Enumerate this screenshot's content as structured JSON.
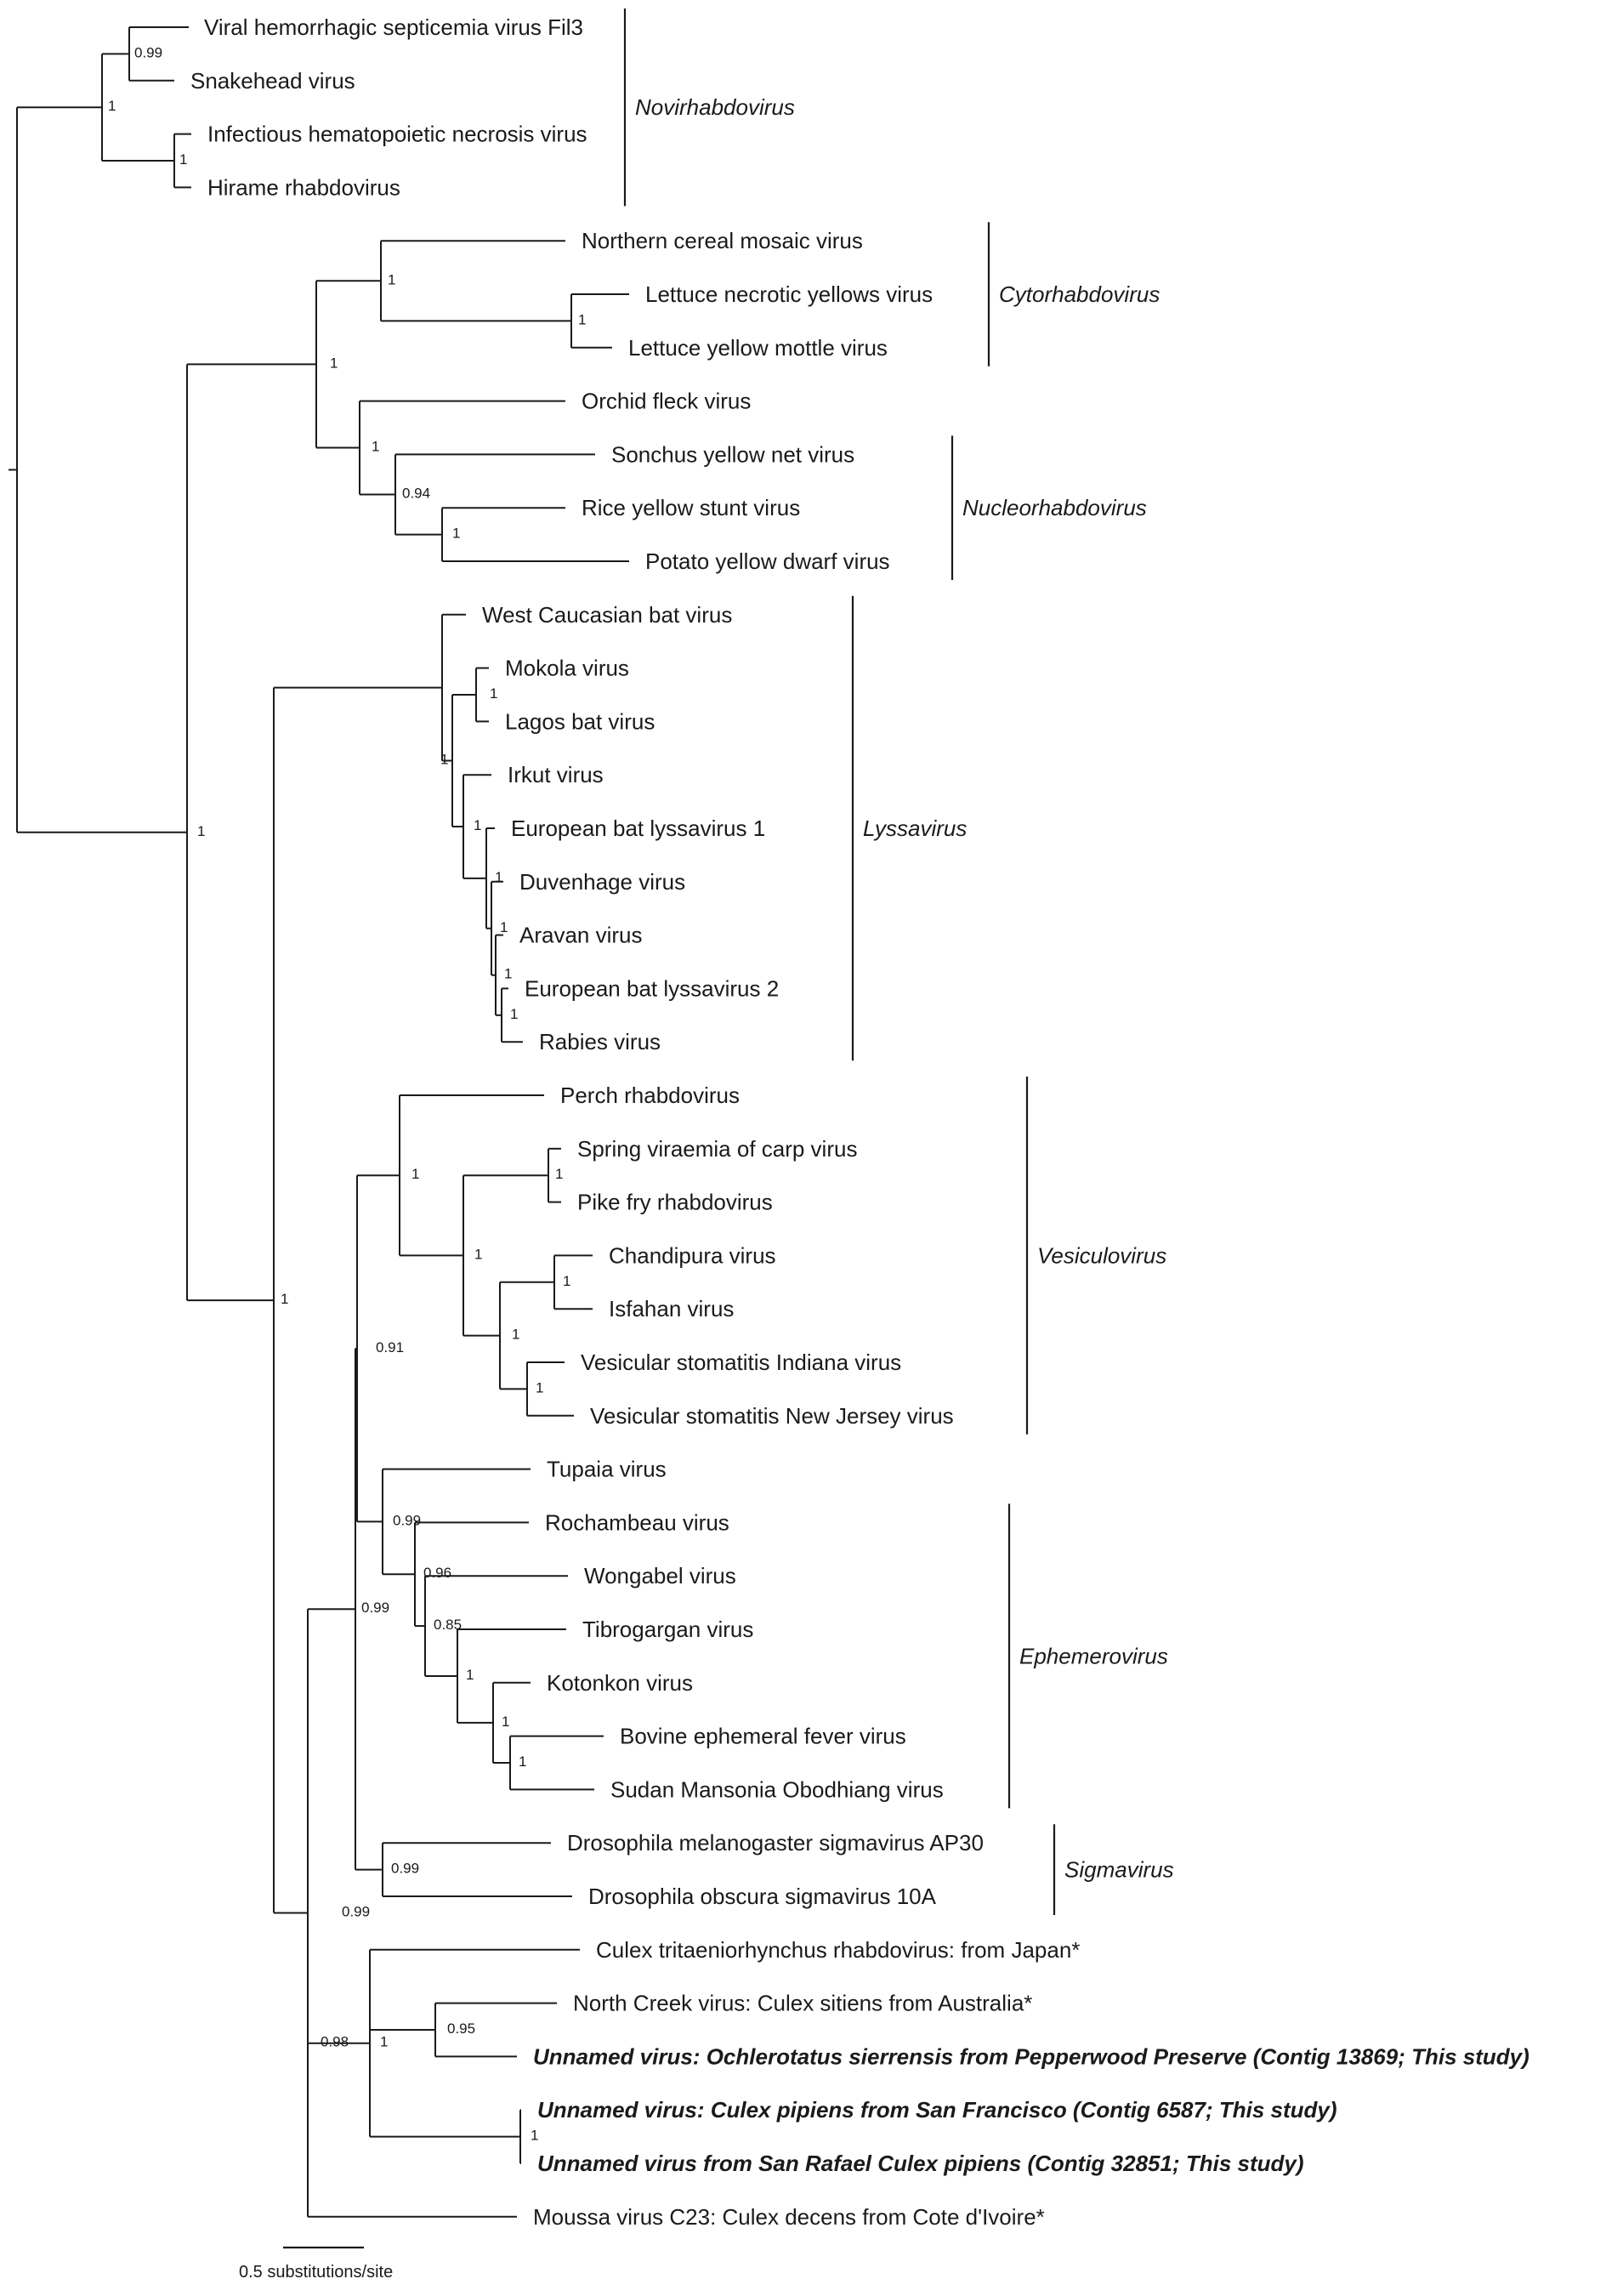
{
  "taxa": [
    {
      "id": "vhsv",
      "label": "Viral hemorrhagic septicemia virus Fil3"
    },
    {
      "id": "snakehead",
      "label": "Snakehead virus"
    },
    {
      "id": "ihnv",
      "label": "Infectious hematopoietic necrosis virus"
    },
    {
      "id": "hirame",
      "label": "Hirame rhabdovirus"
    },
    {
      "id": "ncmv",
      "label": "Northern cereal mosaic virus"
    },
    {
      "id": "lnyv",
      "label": "Lettuce necrotic yellows virus"
    },
    {
      "id": "lymv",
      "label": "Lettuce yellow mottle virus"
    },
    {
      "id": "ofv",
      "label": "Orchid fleck virus"
    },
    {
      "id": "synv",
      "label": "Sonchus yellow net virus"
    },
    {
      "id": "rysv",
      "label": "Rice yellow stunt virus"
    },
    {
      "id": "pydv",
      "label": "Potato yellow dwarf virus"
    },
    {
      "id": "wcbv",
      "label": "West Caucasian bat virus"
    },
    {
      "id": "mokola",
      "label": "Mokola virus"
    },
    {
      "id": "lagos",
      "label": "Lagos bat virus"
    },
    {
      "id": "irkut",
      "label": "Irkut virus"
    },
    {
      "id": "eblv1",
      "label": "European bat lyssavirus 1"
    },
    {
      "id": "duvenhage",
      "label": "Duvenhage virus"
    },
    {
      "id": "aravan",
      "label": "Aravan virus"
    },
    {
      "id": "eblv2",
      "label": "European bat lyssavirus 2"
    },
    {
      "id": "rabies",
      "label": "Rabies virus"
    },
    {
      "id": "perch",
      "label": "Perch rhabdovirus"
    },
    {
      "id": "svcv",
      "label": "Spring viraemia of carp virus"
    },
    {
      "id": "pikefry",
      "label": "Pike fry rhabdovirus"
    },
    {
      "id": "chandipura",
      "label": "Chandipura virus"
    },
    {
      "id": "isfahan",
      "label": "Isfahan virus"
    },
    {
      "id": "vsiv",
      "label": "Vesicular stomatitis Indiana virus"
    },
    {
      "id": "vsnjv",
      "label": "Vesicular stomatitis New Jersey virus"
    },
    {
      "id": "tupaia",
      "label": "Tupaia virus"
    },
    {
      "id": "rochambeau",
      "label": "Rochambeau virus"
    },
    {
      "id": "wongabel",
      "label": "Wongabel virus"
    },
    {
      "id": "tibrogargan",
      "label": "Tibrogargan virus"
    },
    {
      "id": "kotonkon",
      "label": "Kotonkon virus"
    },
    {
      "id": "befv",
      "label": "Bovine ephemeral fever virus"
    },
    {
      "id": "sudan",
      "label": "Sudan Mansonia Obodhiang virus"
    },
    {
      "id": "dmsigma",
      "label": "Drosophila melanogaster sigmavirus AP30"
    },
    {
      "id": "dosigma",
      "label": "Drosophila obscura sigmavirus 10A"
    },
    {
      "id": "culextrit",
      "label": "Culex tritaeniorhynchus rhabdovirus: from Japan*"
    },
    {
      "id": "northcreek",
      "label": "North Creek virus: Culex sitiens from Australia*"
    },
    {
      "id": "ochlerotatus",
      "label": "Unnamed virus: Ochlerotatus sierrensis from Pepperwood Preserve (Contig 13869; This study)",
      "bold": true
    },
    {
      "id": "sanfrancisco",
      "label": "Unnamed virus: Culex pipiens from San Francisco (Contig 6587; This study)",
      "bold": true
    },
    {
      "id": "sanrafael",
      "label": "Unnamed virus from San Rafael Culex pipiens (Contig 32851; This study)",
      "bold": true
    },
    {
      "id": "moussa",
      "label": "Moussa virus C23: Culex decens from Cote d'Ivoire*"
    }
  ],
  "supports": [
    {
      "node": "n_vhsv_snake",
      "value": "0.99"
    },
    {
      "node": "n_ihnv_hirame",
      "value": "1"
    },
    {
      "node": "n_novi",
      "value": "1"
    },
    {
      "node": "n_lettuce",
      "value": "1"
    },
    {
      "node": "n_cyto",
      "value": "1"
    },
    {
      "node": "n_rysv_pydv",
      "value": "1"
    },
    {
      "node": "n_nucleo",
      "value": "0.94"
    },
    {
      "node": "n_ofv_nucleo",
      "value": "1"
    },
    {
      "node": "n_plant",
      "value": "1"
    },
    {
      "node": "n_mokola_lagos",
      "value": "1"
    },
    {
      "node": "n_lys_a",
      "value": "1"
    },
    {
      "node": "n_lys_b",
      "value": "1"
    },
    {
      "node": "n_lys_c",
      "value": "1"
    },
    {
      "node": "n_lys_d",
      "value": "1"
    },
    {
      "node": "n_lys_e",
      "value": "1"
    },
    {
      "node": "n_eblv2_rabies",
      "value": "1"
    },
    {
      "node": "n_svcv_pike",
      "value": "1"
    },
    {
      "node": "n_chand_isf",
      "value": "1"
    },
    {
      "node": "n_vsv",
      "value": "1"
    },
    {
      "node": "n_vesi_core",
      "value": "1"
    },
    {
      "node": "n_vesi_inner",
      "value": "1"
    },
    {
      "node": "n_vesi",
      "value": "1"
    },
    {
      "node": "n_befv_sudan",
      "value": "1"
    },
    {
      "node": "n_kot",
      "value": "1"
    },
    {
      "node": "n_tib",
      "value": "1"
    },
    {
      "node": "n_wong",
      "value": "0.85"
    },
    {
      "node": "n_roch",
      "value": "0.96"
    },
    {
      "node": "n_ephem",
      "value": "0.99"
    },
    {
      "node": "n_vesi_ephem",
      "value": "0.91"
    },
    {
      "node": "n_sigma",
      "value": "0.99"
    },
    {
      "node": "n_ves_eph_sig",
      "value": "0.99"
    },
    {
      "node": "n_nc_ochl",
      "value": "0.95"
    },
    {
      "node": "n_sf_sr",
      "value": "1"
    },
    {
      "node": "n_mosq",
      "value": "1"
    },
    {
      "node": "n_mosq_all",
      "value": "0.98"
    },
    {
      "node": "n_dimarhabdo",
      "value": "0.99"
    },
    {
      "node": "n_animal",
      "value": "1"
    },
    {
      "node": "n_lys_dima",
      "value": "1"
    }
  ],
  "clades": [
    {
      "name": "Novirhabdovirus",
      "from": "vhsv",
      "to": "hirame"
    },
    {
      "name": "Cytorhabdovirus",
      "from": "ncmv",
      "to": "lymv"
    },
    {
      "name": "Nucleorhabdovirus",
      "from": "synv",
      "to": "pydv"
    },
    {
      "name": "Lyssavirus",
      "from": "wcbv",
      "to": "rabies"
    },
    {
      "name": "Vesiculovirus",
      "from": "perch",
      "to": "vsnjv"
    },
    {
      "name": "Ephemerovirus",
      "from": "rochambeau",
      "to": "sudan"
    },
    {
      "name": "Sigmavirus",
      "from": "dmsigma",
      "to": "dosigma"
    }
  ],
  "scale": {
    "label": "0.5 substitutions/site"
  }
}
